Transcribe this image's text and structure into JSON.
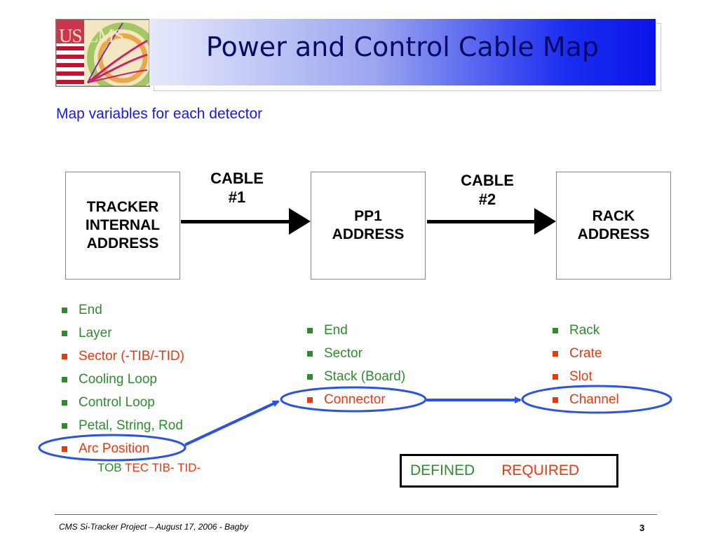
{
  "slide": {
    "title": "Power and Control Cable Map",
    "subtitle": "Map variables for each detector",
    "logo": {
      "text": "US CMS",
      "icon": "us-cms-logo"
    }
  },
  "boxes": [
    {
      "id": "tracker",
      "lines": [
        "TRACKER",
        "INTERNAL",
        "ADDRESS"
      ]
    },
    {
      "id": "pp1",
      "lines": [
        "PP1",
        "ADDRESS"
      ]
    },
    {
      "id": "rack",
      "lines": [
        "RACK",
        "ADDRESS"
      ]
    }
  ],
  "cables": [
    {
      "lines": [
        "CABLE",
        "#1"
      ]
    },
    {
      "lines": [
        "CABLE",
        "#2"
      ]
    }
  ],
  "lists": {
    "tracker": [
      {
        "text": "End",
        "status": "defined"
      },
      {
        "text": "Layer",
        "status": "defined"
      },
      {
        "text": "Sector (-TIB/-TID)",
        "status": "required"
      },
      {
        "text": "Cooling Loop",
        "status": "defined"
      },
      {
        "text": "Control Loop",
        "status": "defined"
      },
      {
        "text": "Petal, String, Rod",
        "status": "defined"
      },
      {
        "text": "Arc Position",
        "status": "required"
      }
    ],
    "tracker_note": {
      "defined": "TOB",
      "required": "TEC TIB- TID-"
    },
    "pp1": [
      {
        "text": "End",
        "status": "defined"
      },
      {
        "text": "Sector",
        "status": "defined"
      },
      {
        "text": "Stack (Board)",
        "status": "defined"
      },
      {
        "text": "Connector",
        "status": "required"
      }
    ],
    "rack": [
      {
        "text": "Rack",
        "status": "defined"
      },
      {
        "text": "Crate",
        "status": "required"
      },
      {
        "text": "Slot",
        "status": "required"
      },
      {
        "text": "Channel",
        "status": "required"
      }
    ]
  },
  "legend": {
    "defined_label": "DEFINED",
    "required_label": "REQUIRED"
  },
  "colors": {
    "defined": "#2e8b2e",
    "required": "#e63a12",
    "subtitle": "#1b1bd6",
    "highlight": "#2a52e8",
    "title": "#0a0a66"
  },
  "footer": {
    "text": "CMS Si-Tracker Project –  August 17, 2006 - Bagby",
    "page": "3"
  }
}
